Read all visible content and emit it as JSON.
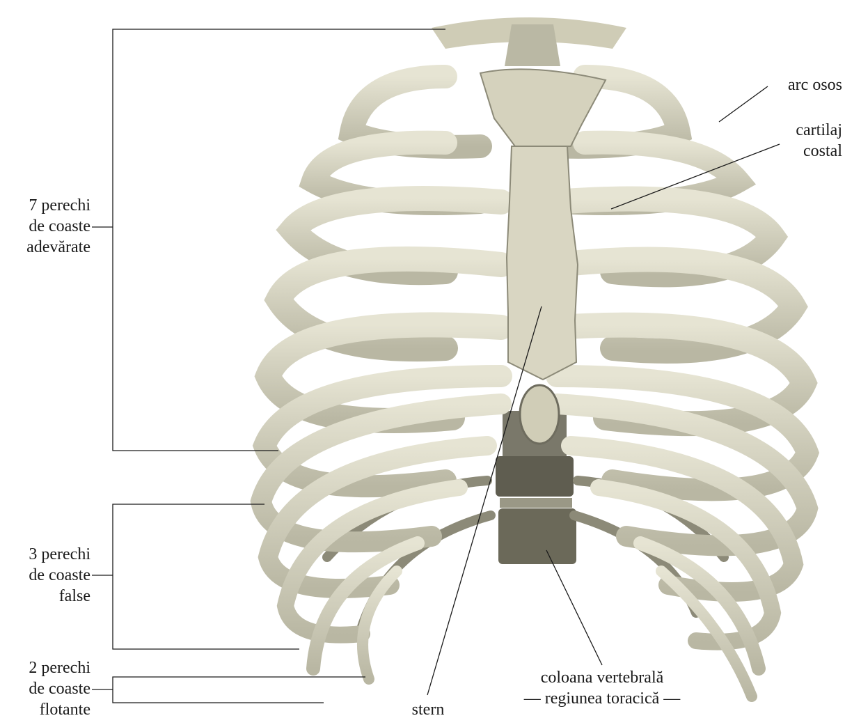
{
  "labels": {
    "true_ribs": [
      "7 perechi",
      "de coaste",
      "adevărate"
    ],
    "false_ribs": [
      "3 perechi",
      "de coaste",
      "false"
    ],
    "floating_ribs": [
      "2 perechi",
      "de coaste",
      "flotante"
    ],
    "bone_arc": "arc osos",
    "costal_cartilage": [
      "cartilaj",
      "costal"
    ],
    "sternum": "stern",
    "spine": [
      "coloana vertebrală",
      "— regiunea toracică —"
    ]
  },
  "colors": {
    "bone": "#d9d6c2",
    "bone_shadow": "#8c8a78",
    "spine": "#6e6c5e",
    "line": "#1a1a1a"
  }
}
